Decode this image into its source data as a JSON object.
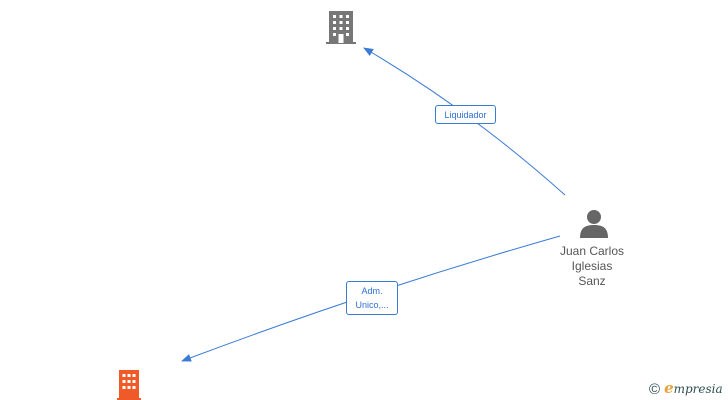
{
  "nodes": {
    "company_top": {
      "icon": "building-icon",
      "color": "#777777"
    },
    "company_bottom": {
      "icon": "building-icon",
      "color": "#f05a28"
    },
    "person": {
      "icon": "person-icon",
      "color": "#666666",
      "name_lines": [
        "Juan Carlos",
        "Iglesias",
        "Sanz"
      ]
    }
  },
  "edges": [
    {
      "from": "person",
      "to": "company_top",
      "label_lines": [
        "Liquidador"
      ]
    },
    {
      "from": "person",
      "to": "company_bottom",
      "label_lines": [
        "Adm.",
        "Unico,..."
      ]
    }
  ],
  "colors": {
    "edge": "#3a7bd5",
    "label_text": "#2e6fcf"
  },
  "brand": {
    "copyright": "©",
    "initial": "e",
    "name": "mpresia"
  }
}
